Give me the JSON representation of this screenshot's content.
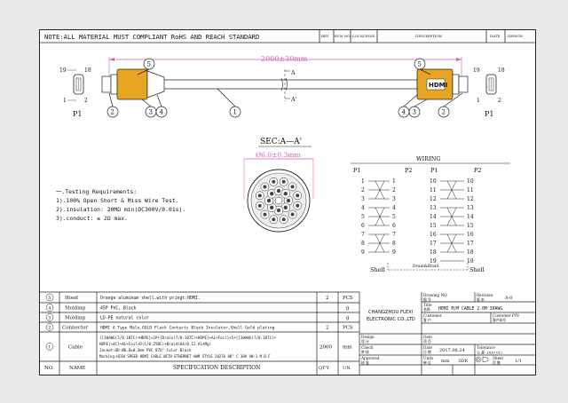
{
  "header": {
    "note": "NOTE:ALL MATERIAL MUST COMPLIANT RoHS AND REACH STANDARD",
    "rev": "REV",
    "ecn": "ECN NO.",
    "locations": "LOCATIONS",
    "description": "DESCRIPTION",
    "date": "DATE",
    "design": "DESIGN"
  },
  "drawing": {
    "length": "2000±30mm",
    "section_a_top": "A",
    "section_a_bottom": "A'",
    "connector_brand": "HDMI",
    "pins_left_top": "19",
    "pins_left_bottom": "1",
    "pins_left_right": "18",
    "pins_left_right_bottom": "2",
    "pins_right_top_left": "19",
    "pins_right_top_right": "18",
    "pins_right_bottom_left": "1",
    "pins_right_bottom_right": "2",
    "p1_left": "P1",
    "p1_right": "P1",
    "callouts": [
      "5",
      "2",
      "3",
      "4",
      "1",
      "5",
      "4",
      "3",
      "2"
    ],
    "section_title": "SEC:A—A'",
    "diameter": "Ø6.0±0.3mm"
  },
  "testing": {
    "title": "一.Testing Requirements:",
    "lines": [
      "1).100% Open Short & Miss Wire Test.",
      "2).insulation: 20MΩ min(DC300V/0.01s).",
      "3).conduct: ≤ 2Ω max."
    ]
  },
  "wiring": {
    "title": "WIRING",
    "headers": [
      "P1",
      "P2",
      "P1",
      "P2"
    ],
    "left_pins": [
      "1",
      "2",
      "3",
      "4",
      "5",
      "6",
      "7",
      "8",
      "9"
    ],
    "right_pins": [
      "10",
      "11",
      "12",
      "13",
      "14",
      "15",
      "16",
      "17",
      "18",
      "19"
    ],
    "shell_left": "Shell",
    "shell_right": "Shell",
    "drain": "Drain&Braid"
  },
  "bom": {
    "rows": [
      {
        "no": "5",
        "name": "Hood",
        "spec": "Orange aluminum shell,with pringt:HDMI.",
        "qty": "2",
        "unit": "PCS"
      },
      {
        "no": "4",
        "name": "Molding",
        "spec": "45P PVC, Black",
        "qty": "",
        "unit": "g"
      },
      {
        "no": "3",
        "name": "Molding",
        "spec": "LD-PE natural color",
        "qty": "",
        "unit": "g"
      },
      {
        "no": "2",
        "name": "Connector",
        "spec": "HDMI A Type Male,GOLD Flash Contacts Black Insulator,Shell Gold plating",
        "qty": "2",
        "unit": "PCS"
      }
    ],
    "cable": {
      "no": "1",
      "name": "Cable",
      "spec_lines": [
        "{[30AWG(7/0.10TC)+HDPE]×1P+[Drain(7/0.10TC)+HDPE]+AL+Foil}×5+{[30AWG(7/0.10TC)+",
        "HDPE]×4C}+AL+Foil+D(1/0.25BC)+Braid(64/0.12 A1+Mg)",
        "Jacket:OD:Ø6.0±0.3mm PVC 87D° Color Black",
        "Marking:HIGH SPEED HDMI CABLE WITH ETHERNET AWM STYLE 20276 80° C 30V VW-1 M.B.F"
      ],
      "qty": "2000",
      "unit": "mm"
    },
    "footer": {
      "no": "NO.",
      "name": "NAME",
      "spec": "SPECIFICATION DESCRIPTION",
      "qty": "QT'Y",
      "unit": "UN."
    }
  },
  "titleblock": {
    "company_line1": "CHANGZHOU FLEXI",
    "company_line2": "ELECTRONIC CO.,LTD",
    "drawing_no_label": "Drawing NO.",
    "drawing_no_cn": "图 号",
    "revision_label": "Revision",
    "revision_cn": "版 本",
    "revision_value": "A-0",
    "title_label": "Title",
    "title_cn": "名称",
    "title_value": "HDMI M/M CABLE 2.0M 30AWG",
    "customer_label": "Customer",
    "customer_cn": "客 户",
    "customer_pn_label": "Customer P/N",
    "customer_pn_cn": "客户料号",
    "design_label": "Design",
    "design_cn": "设 计",
    "item_label": "Item",
    "item_cn": "项 目",
    "check_label": "Check",
    "check_cn": "审 核",
    "date_label": "Date",
    "date_cn": "日 期",
    "date_value": "2017.06.24",
    "tolerance_label": "Tolerance",
    "tolerance_value": "公 差 ±X(0.01)",
    "approved_label": "Approved",
    "approved_cn": "核 准",
    "units_label": "Units",
    "units_cn": "单 位",
    "units_value": "mm",
    "sheet_label": "Sheet",
    "sheet_cn": "页 数",
    "sheet_value": "1/1",
    "scale": "3DR"
  },
  "colors": {
    "connector": "#e8a521",
    "dim_line": "#d25fb0",
    "lines": "#222222"
  }
}
